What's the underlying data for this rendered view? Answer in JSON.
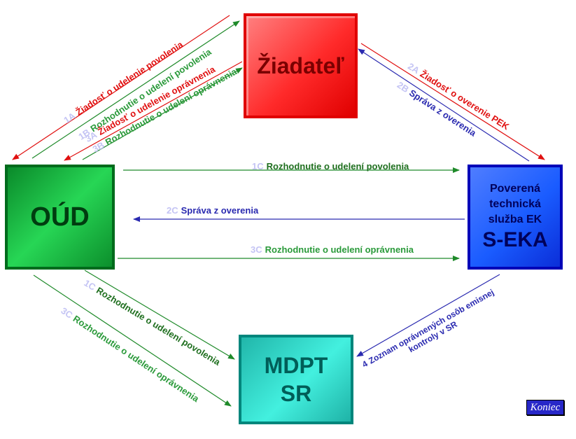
{
  "nodes": {
    "ziadatel": "Žiadateľ",
    "oud": "OÚD",
    "seka_lines": [
      "Poverená",
      "technická",
      "služba EK"
    ],
    "seka_big": "S-EKA",
    "mdpt_lines": [
      "MDPT",
      "SR"
    ]
  },
  "edges": {
    "e1a": {
      "num": "1A",
      "text": "Žiadosť o udelenie povolenia"
    },
    "e1b": {
      "num": "1B",
      "text": "Rozhodnutie o udelení povolenia"
    },
    "e3a": {
      "num": "3A",
      "text": "Žiadosť o udelenie oprávnenia"
    },
    "e3b": {
      "num": "3B",
      "text": "Rozhodnutie o udelení oprávnenia"
    },
    "e2a": {
      "num": "2A",
      "text": "Žiadosť o overenie PEK"
    },
    "e2b": {
      "num": "2B",
      "text": "Správa z overenia"
    },
    "e1c_top": {
      "num": "1C",
      "text": "Rozhodnutie o udelení povolenia"
    },
    "e2c": {
      "num": "2C",
      "text": "Správa z overenia"
    },
    "e3c_mid": {
      "num": "3C",
      "text": "Rozhodnutie o udelení oprávnenia"
    },
    "e1c_low": {
      "num": "1C",
      "text": "Rozhodnutie o udelení povolenia"
    },
    "e3c_low": {
      "num": "3C",
      "text": "Rozhodnutie o udelení oprávnenia"
    },
    "e4": {
      "num": "4",
      "line1": "Zoznam oprávnených osôb emisnej",
      "line2": "kontroly  v SR"
    }
  },
  "button": {
    "koniec": "Koniec"
  },
  "colors": {
    "red": "#e01010",
    "green": "#2a9a3a",
    "dark_green": "#1f6f1f",
    "blue": "#2a2ab0"
  }
}
